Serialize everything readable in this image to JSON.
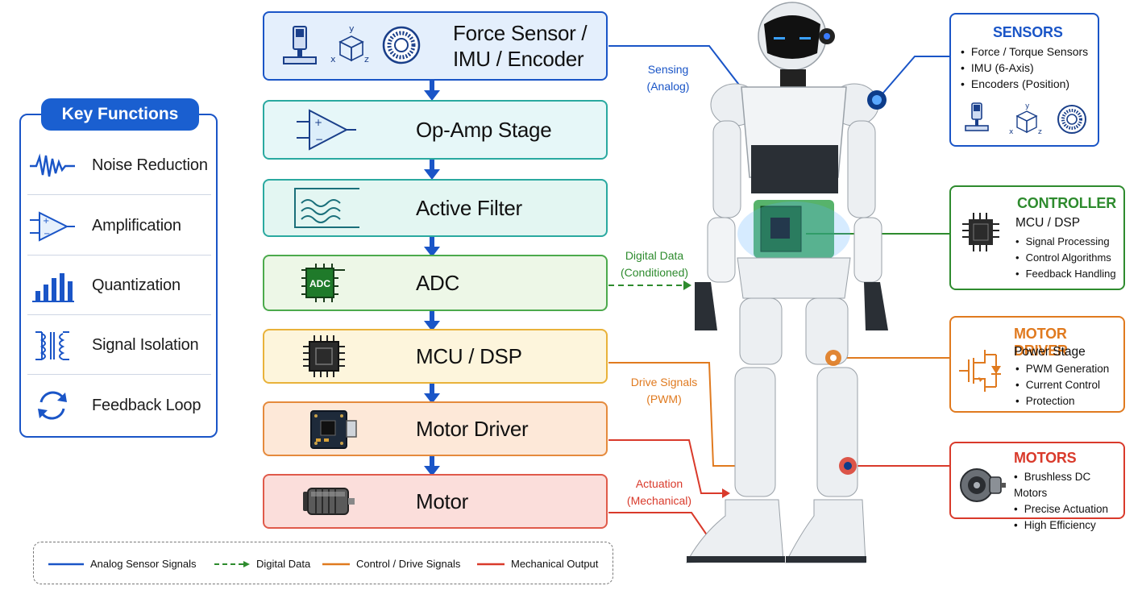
{
  "key_functions": {
    "title": "Key Functions",
    "items": [
      {
        "label": "Noise Reduction",
        "icon": "waveform-icon"
      },
      {
        "label": "Amplification",
        "icon": "op-amp-icon"
      },
      {
        "label": "Quantization",
        "icon": "bar-steps-icon"
      },
      {
        "label": "Signal Isolation",
        "icon": "transformer-icon"
      },
      {
        "label": "Feedback Loop",
        "icon": "refresh-icon"
      }
    ]
  },
  "pipeline": [
    {
      "label_line1": "Force Sensor /",
      "label_line2": "IMU / Encoder"
    },
    {
      "label": "Op-Amp Stage"
    },
    {
      "label": "Active Filter"
    },
    {
      "label": "ADC",
      "chip_text": "ADC"
    },
    {
      "label": "MCU / DSP"
    },
    {
      "label": "Motor Driver"
    },
    {
      "label": "Motor"
    }
  ],
  "annotations": {
    "sensing": [
      "Sensing",
      "(Analog)"
    ],
    "digital": [
      "Digital Data",
      "(Conditioned)"
    ],
    "drive": [
      "Drive Signals",
      "(PWM)"
    ],
    "actuation": [
      "Actuation",
      "(Mechanical)"
    ]
  },
  "sensors_box": {
    "title": "SENSORS",
    "items": [
      "Force / Torque Sensors",
      "IMU (6-Axis)",
      "Encoders (Position)"
    ]
  },
  "controller_box": {
    "title": "CONTROLLER",
    "subtitle": "MCU / DSP",
    "items": [
      "Signal Processing",
      "Control Algorithms",
      "Feedback Handling"
    ]
  },
  "motor_driver_box": {
    "title": "MOTOR DRIVER",
    "subtitle": "Power Stage",
    "items": [
      "PWM Generation",
      "Current Control",
      "Protection"
    ]
  },
  "motors_box": {
    "title": "MOTORS",
    "items": [
      "Brushless DC Motors",
      "Precise Actuation",
      "High Efficiency"
    ]
  },
  "legend": [
    {
      "label": "Analog Sensor Signals",
      "color": "#1a55c7",
      "style": "solid"
    },
    {
      "label": "Digital Data",
      "color": "#2e8b2e",
      "style": "dashed"
    },
    {
      "label": "Control / Drive Signals",
      "color": "#e07a1f",
      "style": "solid"
    },
    {
      "label": "Mechanical Output",
      "color": "#d93a2b",
      "style": "solid"
    }
  ],
  "axis_letters": {
    "x": "x",
    "y": "y",
    "z": "z"
  },
  "colors": {
    "blue": "#1a55c7",
    "teal": "#2aa9a0",
    "green": "#3a9a3a",
    "yellow": "#e9b23a",
    "orange": "#e58a3c",
    "red": "#e05a4a"
  }
}
